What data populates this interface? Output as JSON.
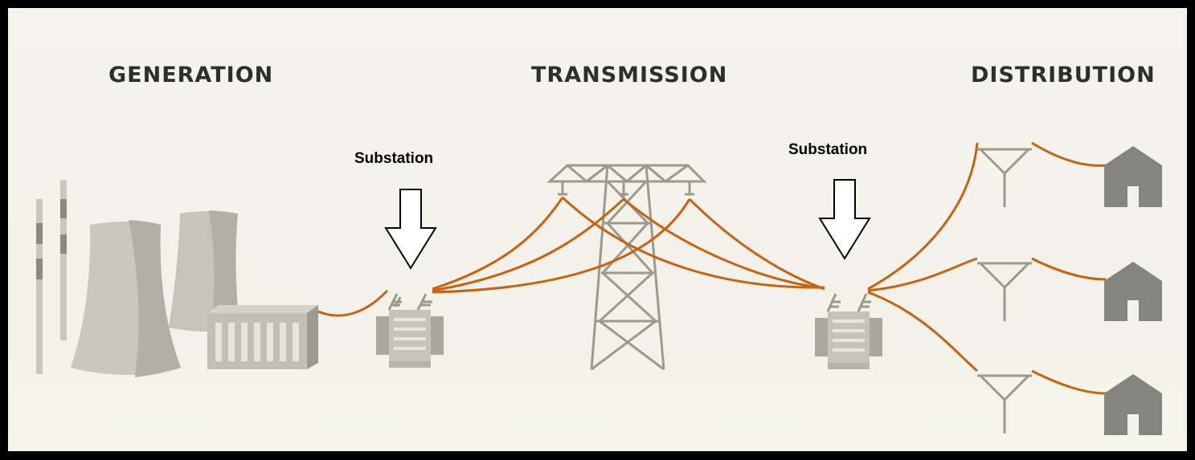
{
  "sections": {
    "generation": "GENERATION",
    "transmission": "TRANSMISSION",
    "distribution": "DISTRIBUTION"
  },
  "substations": {
    "left": "Substation",
    "right": "Substation"
  },
  "colors": {
    "line": "#c8620e",
    "gray": "#b4b4a6",
    "dark_gray": "#8a8a80",
    "house": "#858580"
  }
}
